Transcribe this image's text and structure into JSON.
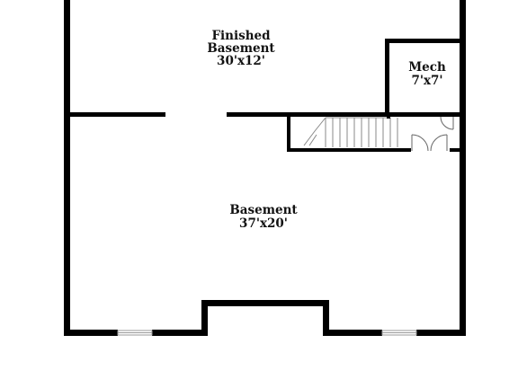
{
  "colors": {
    "wall": "#000000",
    "background": "#ffffff",
    "window": "#9a9a9a"
  },
  "rooms": {
    "finished_basement": {
      "name_line1": "Finished",
      "name_line2": "Basement",
      "dimensions": "30'x12'"
    },
    "mech": {
      "name": "Mech",
      "dimensions": "7'x7'"
    },
    "basement": {
      "name": "Basement",
      "dimensions": "37'x20'"
    }
  }
}
